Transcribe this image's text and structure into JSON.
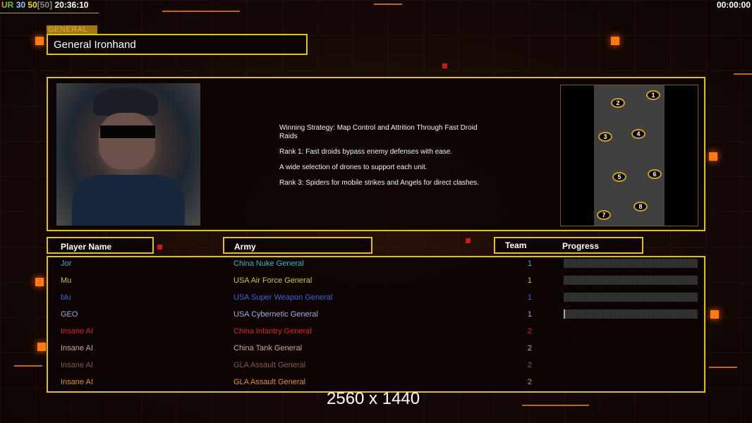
{
  "topbar": {
    "ur": "UR",
    "a": "30",
    "b": "50",
    "c": "[50]",
    "clock": "20:36:10",
    "timer": "00:00:00"
  },
  "general": {
    "label": "GENERAL",
    "name": "General Ironhand",
    "description": [
      "Winning Strategy: Map Control and Attrition Through Fast Droid\n Raids",
      "Rank 1: Fast droids bypass enemy defenses with ease.",
      "A wide selection of drones to support each unit.",
      "Rank 3: Spiders for mobile strikes and Angels for direct clashes."
    ]
  },
  "map": {
    "markers": [
      "1",
      "2",
      "3",
      "4",
      "5",
      "6",
      "7",
      "8"
    ]
  },
  "headers": {
    "player": "Player Name",
    "army": "Army",
    "team": "Team",
    "progress": "Progress"
  },
  "players": [
    {
      "name": "Jor",
      "army": "China Nuke General",
      "team": "1",
      "color": "#3bb0d0",
      "progress": 0
    },
    {
      "name": "Mu",
      "army": "USA Air Force General",
      "team": "1",
      "color": "#c8c83a",
      "progress": 0
    },
    {
      "name": "blu",
      "army": "USA Super Weapon General",
      "team": "1",
      "color": "#4060e0",
      "progress": 0
    },
    {
      "name": "GEO",
      "army": "USA Cybernetic General",
      "team": "1",
      "color": "#a8a8e8",
      "progress": 1
    },
    {
      "name": "Insane AI",
      "army": "China Infantry General",
      "team": "2",
      "color": "#e02020"
    },
    {
      "name": "Insane AI",
      "army": "China Tank General",
      "team": "2",
      "color": "#d4a494"
    },
    {
      "name": "Insane AI",
      "army": "GLA Assault General",
      "team": "2",
      "color": "#8a5a48"
    },
    {
      "name": "Insane AI",
      "army": "GLA Assault General",
      "team": "2",
      "color": "#e0902a"
    }
  ],
  "resolution": "2560 x 1440"
}
